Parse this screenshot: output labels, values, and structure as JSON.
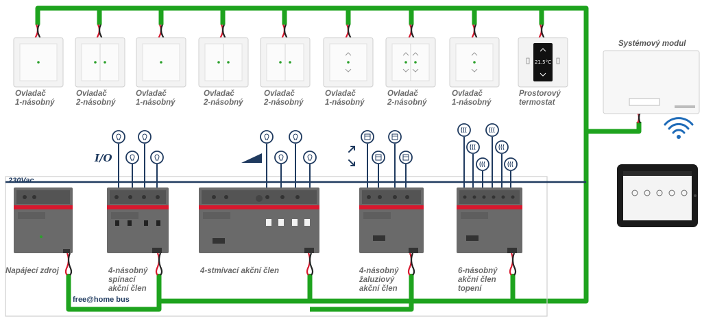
{
  "labels": {
    "system_module": "Systémový modul",
    "supply_voltage": "230Vac",
    "io": "I/O",
    "bus": "free@home bus",
    "thermostat_readout": "21.5°C"
  },
  "switches": [
    {
      "label": "Ovladač\n1-násobný"
    },
    {
      "label": "Ovladač\n2-násobný"
    },
    {
      "label": "Ovladač\n1-násobný"
    },
    {
      "label": "Ovladač\n2-násobný"
    },
    {
      "label": "Ovladač\n2-násobný"
    },
    {
      "label": "Ovladač\n1-násobný"
    },
    {
      "label": "Ovladač\n2-násobný"
    },
    {
      "label": "Ovladač\n1-násobný"
    },
    {
      "label": "Prostorový\ntermostat"
    }
  ],
  "actuators": [
    {
      "label": "Napájecí zdroj"
    },
    {
      "label": "4-násobný\nspínací\nakční člen"
    },
    {
      "label": "4-stmívací akční člen"
    },
    {
      "label": "4-násobný\nžaluziový\nakční člen"
    },
    {
      "label": "6-násobný\nakční člen\ntopení"
    }
  ],
  "colors": {
    "bus_green": "#1ea31e",
    "line_navy": "#1f3a5f",
    "device_red": "#d8182e",
    "device_gray": "#6d6d6d"
  },
  "icons": [
    "bulb-icon",
    "dimmer-ramp-icon",
    "blind-icon",
    "arrows-updown-icon",
    "heating-icon",
    "wifi-icon"
  ]
}
